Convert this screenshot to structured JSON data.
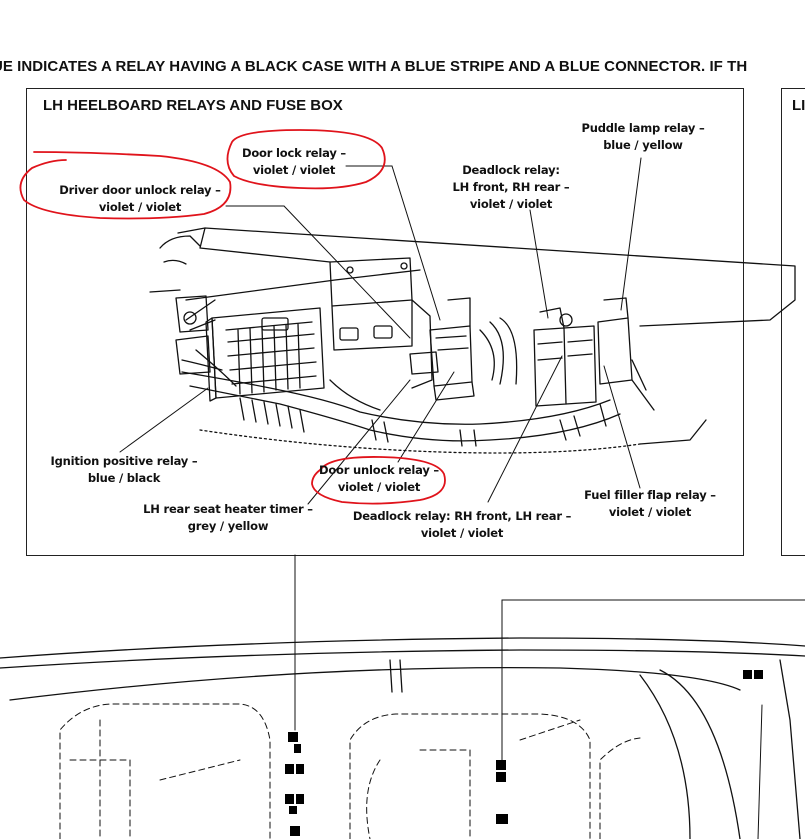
{
  "page": {
    "heading": "UE INDICATES A RELAY HAVING A BLACK CASE WITH A BLUE STRIPE AND A BLUE CONNECTOR.  IF TH"
  },
  "panel_main": {
    "title": "LH HEELBOARD RELAYS AND FUSE BOX"
  },
  "panel_right": {
    "title_fragment": "LI"
  },
  "labels": {
    "puddle_lamp": {
      "line1": "Puddle lamp relay –",
      "line2": "blue / yellow"
    },
    "door_lock": {
      "line1": "Door lock relay –",
      "line2": "violet / violet"
    },
    "deadlock_lf_rr": {
      "line1": "Deadlock relay:",
      "line2": "LH front, RH rear –",
      "line3": "violet / violet"
    },
    "driver_door_unlock": {
      "line1": "Driver door unlock relay –",
      "line2": "violet / violet"
    },
    "ignition_positive": {
      "line1": "Ignition positive relay –",
      "line2": "blue / black"
    },
    "door_unlock": {
      "line1": "Door unlock relay –",
      "line2": "violet / violet"
    },
    "rear_seat_heater": {
      "line1": "LH rear seat heater timer –",
      "line2": "grey / yellow"
    },
    "deadlock_rf_lr": {
      "line1": "Deadlock relay: RH front, LH rear –",
      "line2": "violet / violet"
    },
    "fuel_filler": {
      "line1": "Fuel filler flap relay –",
      "line2": "violet / violet"
    }
  },
  "colors": {
    "ink": "#111111",
    "annotation_red": "#e0131b",
    "marker_black": "#000000"
  }
}
